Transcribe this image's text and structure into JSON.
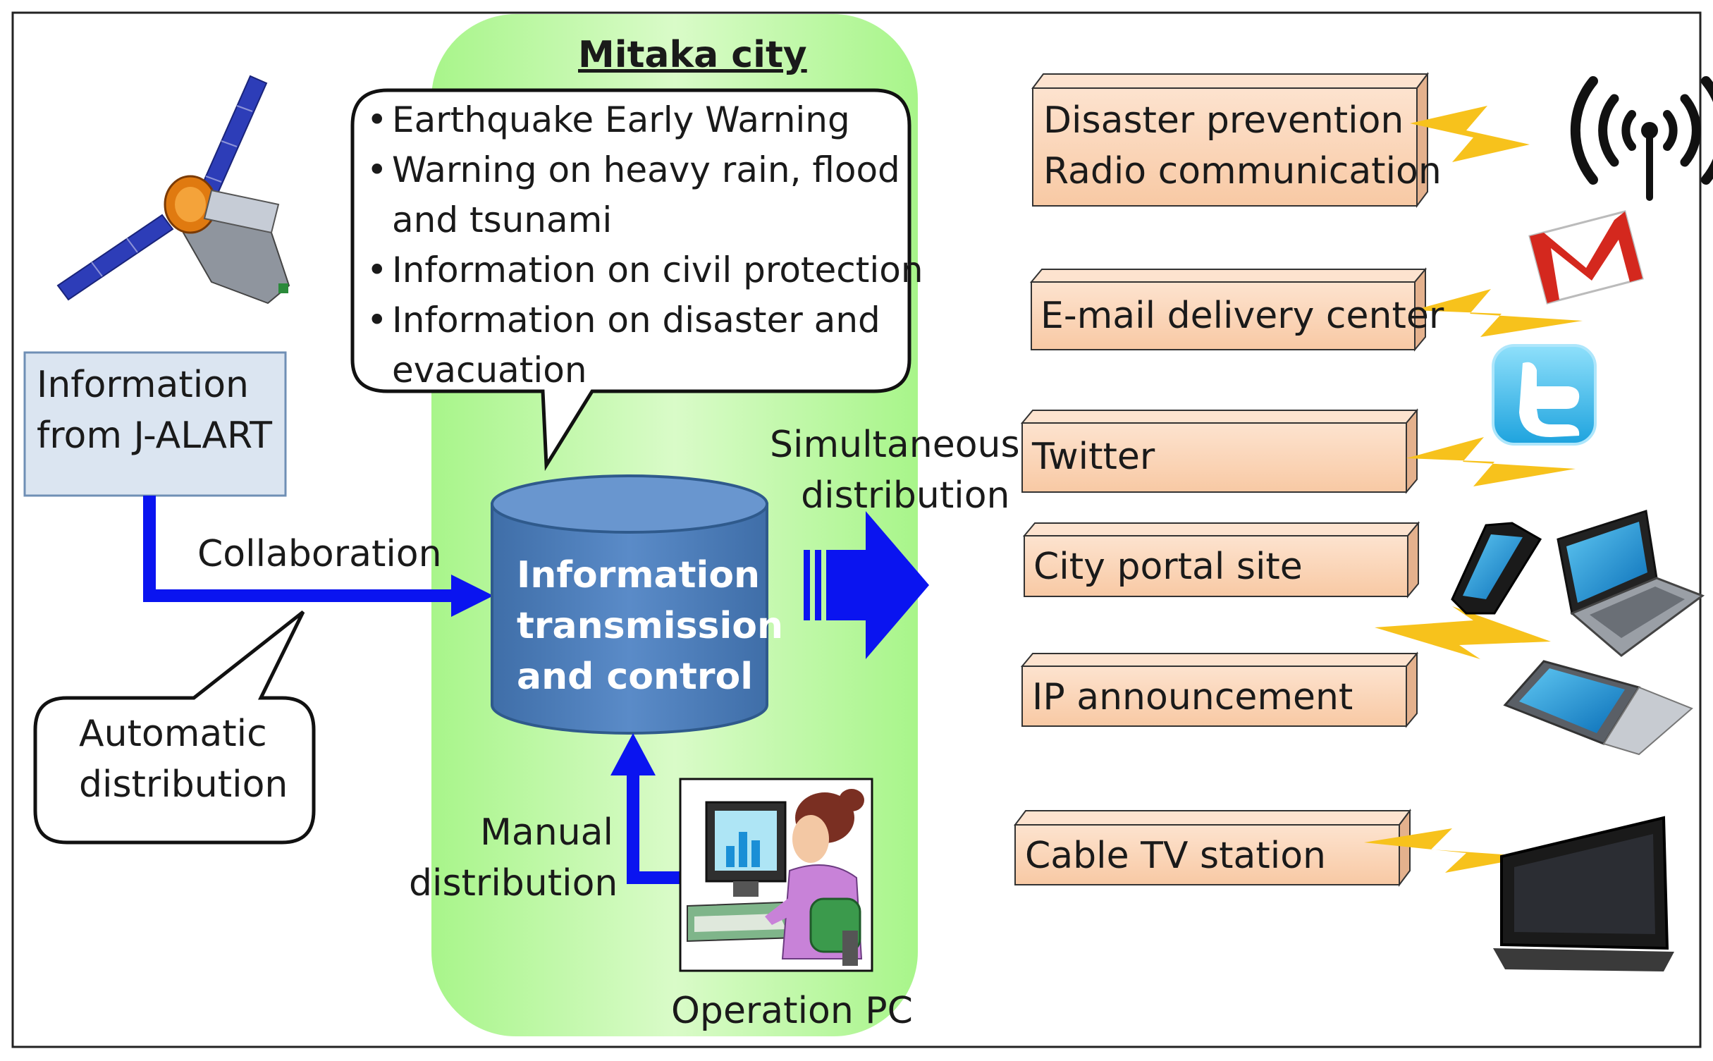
{
  "city_panel": {
    "title": "Mitaka city"
  },
  "bullet_items": [
    "Earthquake Early Warning",
    "Warning on heavy rain, flood",
    "and tsunami",
    "Information on civil protection",
    "Information on disaster and",
    "evacuation"
  ],
  "jalart_box": {
    "line1": "Information",
    "line2": "from J-ALART"
  },
  "collaboration_label": "Collaboration",
  "automatic_callout": {
    "line1": "Automatic",
    "line2": "distribution"
  },
  "cylinder": {
    "line1": "Information",
    "line2": "transmission",
    "line3": "and control"
  },
  "simultaneous_label": {
    "line1": "Simultaneous",
    "line2": "distribution"
  },
  "manual_label": {
    "line1": "Manual",
    "line2": "distribution"
  },
  "operation_pc_label": "Operation PC",
  "channels": {
    "radio": {
      "line1": "Disaster prevention",
      "line2": "Radio communication"
    },
    "email": "E-mail delivery center",
    "twitter": "Twitter",
    "portal": "City portal site",
    "ip": "IP announcement",
    "cable": "Cable TV station"
  },
  "colors": {
    "panel_green": "#a8f58a",
    "cylinder_blue": "#4f81bd",
    "arrow_blue": "#0a14f0",
    "channel_fill": "#fbd3b4",
    "jalart_fill": "#dbe5f1",
    "lightning": "#f7c21c"
  },
  "icons": [
    "satellite-icon",
    "radio-tower-icon",
    "gmail-icon",
    "twitter-bird-icon",
    "smartphone-icon",
    "laptop-icon",
    "tablet-icon",
    "tv-icon",
    "operator-pc-icon"
  ]
}
